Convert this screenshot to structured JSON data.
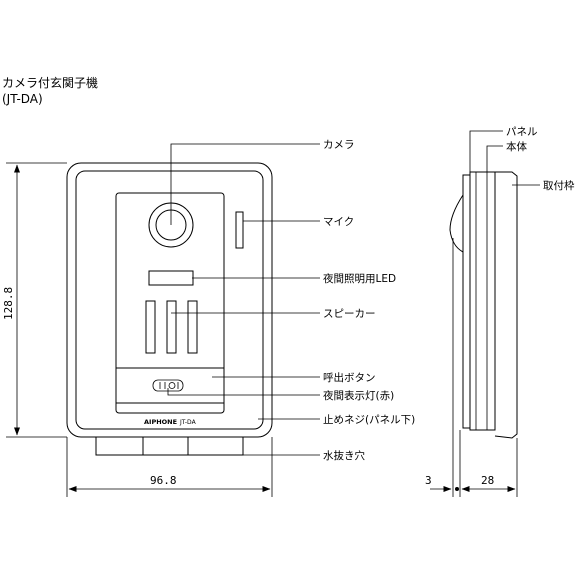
{
  "title": {
    "product_name": "カメラ付玄関子機",
    "model": "(JT-DA)"
  },
  "device": {
    "brand": "AIPHONE",
    "model_mark": "JT-DA"
  },
  "front_labels": {
    "camera": "カメラ",
    "mic": "マイク",
    "night_led": "夜間照明用LED",
    "speaker": "スピーカー",
    "call_button": "呼出ボタン",
    "night_indicator": "夜間表示灯(赤)",
    "screw": "止めネジ(パネル下)",
    "drain_holes": "水抜き穴"
  },
  "side_labels": {
    "panel": "パネル",
    "body": "本体",
    "mount_frame": "取付枠"
  },
  "dimensions": {
    "height": "128.8",
    "width": "96.8",
    "depth_panel": "3",
    "depth_total": "28"
  }
}
